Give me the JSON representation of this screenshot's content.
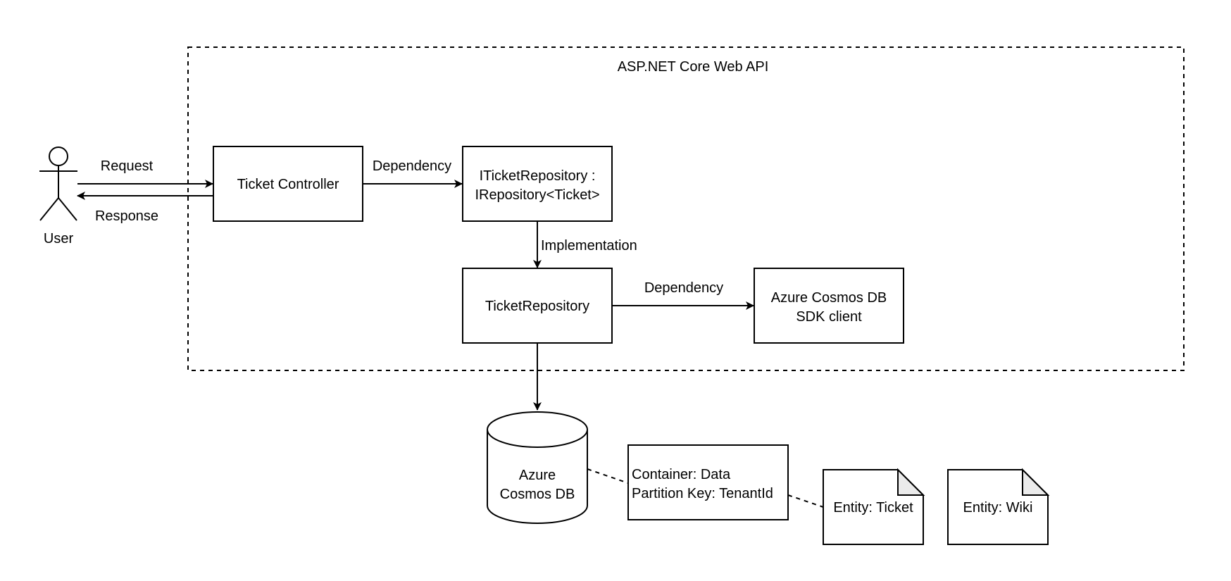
{
  "boundary": {
    "title": "ASP.NET Core Web API"
  },
  "actor": {
    "label": "User"
  },
  "nodes": {
    "ticket_controller": {
      "label": "Ticket Controller"
    },
    "iticket_repository": {
      "line1": "ITicketRepository :",
      "line2": "IRepository<Ticket>"
    },
    "ticket_repository": {
      "label": "TicketRepository"
    },
    "cosmos_sdk_client": {
      "line1": "Azure Cosmos DB",
      "line2": "SDK client"
    },
    "cosmos_db": {
      "line1": "Azure",
      "line2": "Cosmos DB"
    },
    "container": {
      "line1": "Container: Data",
      "line2": "Partition Key: TenantId"
    },
    "entity_ticket": {
      "label": "Entity: Ticket"
    },
    "entity_wiki": {
      "label": "Entity: Wiki"
    }
  },
  "edges": {
    "request": "Request",
    "response": "Response",
    "controller_dependency": "Dependency",
    "implementation": "Implementation",
    "repository_dependency": "Dependency"
  }
}
